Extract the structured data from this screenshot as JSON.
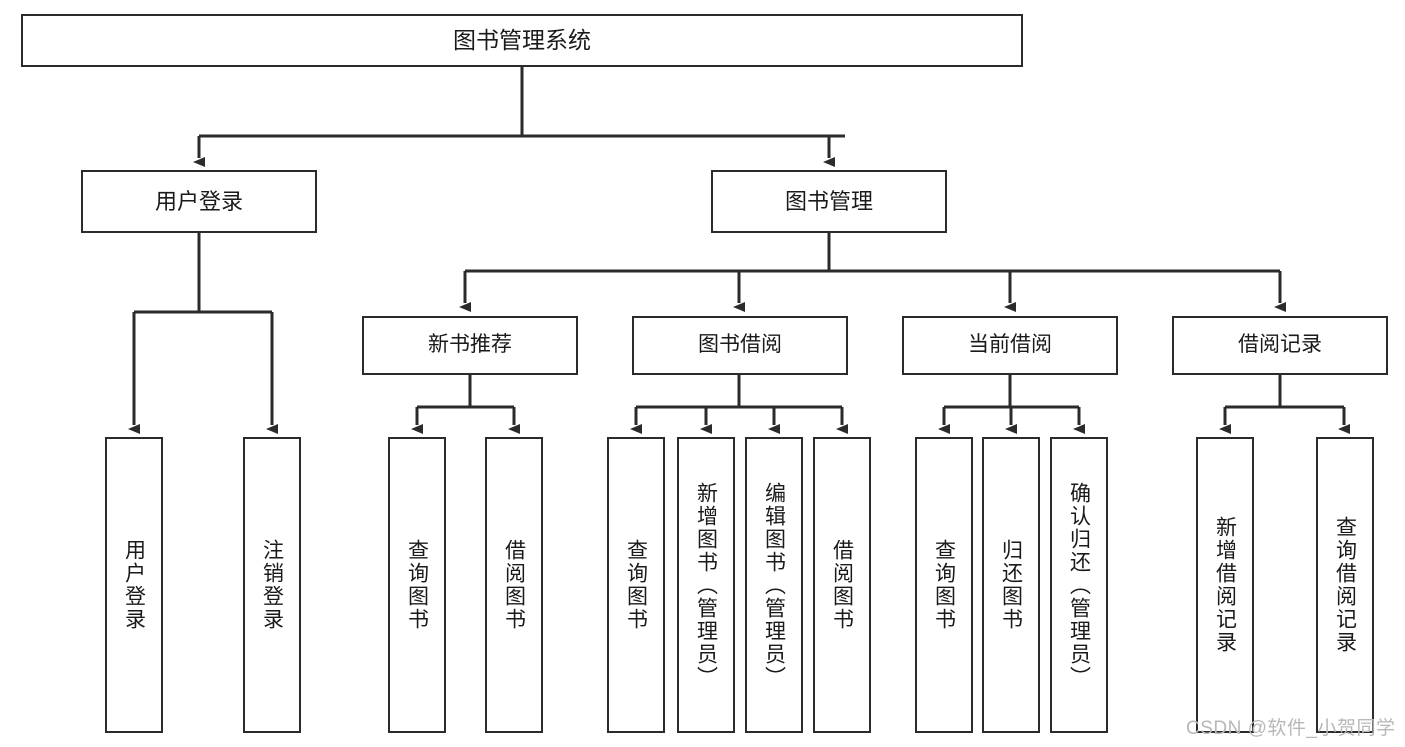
{
  "diagram": {
    "title": "图书管理系统",
    "type": "hierarchy-tree",
    "root": {
      "id": "root",
      "label": "图书管理系统"
    },
    "level2": [
      {
        "id": "user-login",
        "label": "用户登录"
      },
      {
        "id": "book-manage",
        "label": "图书管理"
      }
    ],
    "level3": [
      {
        "id": "new-book-recommend",
        "label": "新书推荐",
        "parent": "book-manage"
      },
      {
        "id": "book-borrow",
        "label": "图书借阅",
        "parent": "book-manage"
      },
      {
        "id": "current-borrow",
        "label": "当前借阅",
        "parent": "book-manage"
      },
      {
        "id": "borrow-record",
        "label": "借阅记录",
        "parent": "book-manage"
      }
    ],
    "leaves": [
      {
        "id": "leaf-user-login",
        "label": "用户登录",
        "parent": "user-login"
      },
      {
        "id": "leaf-user-logout",
        "label": "注销登录",
        "parent": "user-login"
      },
      {
        "id": "leaf-query-book-1",
        "label": "查询图书",
        "parent": "new-book-recommend"
      },
      {
        "id": "leaf-borrow-book-1",
        "label": "借阅图书",
        "parent": "new-book-recommend"
      },
      {
        "id": "leaf-query-book-2",
        "label": "查询图书",
        "parent": "book-borrow"
      },
      {
        "id": "leaf-add-book",
        "label": "新增图书（管理员）",
        "parent": "book-borrow"
      },
      {
        "id": "leaf-edit-book",
        "label": "编辑图书（管理员）",
        "parent": "book-borrow"
      },
      {
        "id": "leaf-borrow-book-2",
        "label": "借阅图书",
        "parent": "book-borrow"
      },
      {
        "id": "leaf-query-book-3",
        "label": "查询图书",
        "parent": "current-borrow"
      },
      {
        "id": "leaf-return-book",
        "label": "归还图书",
        "parent": "current-borrow"
      },
      {
        "id": "leaf-confirm-return",
        "label": "确认归还（管理员）",
        "parent": "current-borrow"
      },
      {
        "id": "leaf-add-record",
        "label": "新增借阅记录",
        "parent": "borrow-record"
      },
      {
        "id": "leaf-query-record",
        "label": "查询借阅记录",
        "parent": "borrow-record"
      }
    ],
    "watermark": "CSDN @软件_小贺同学",
    "colors": {
      "stroke": "#2b2b2b",
      "fill": "#ffffff",
      "text": "#1a1a1a",
      "watermark": "#b8b8b8"
    }
  }
}
